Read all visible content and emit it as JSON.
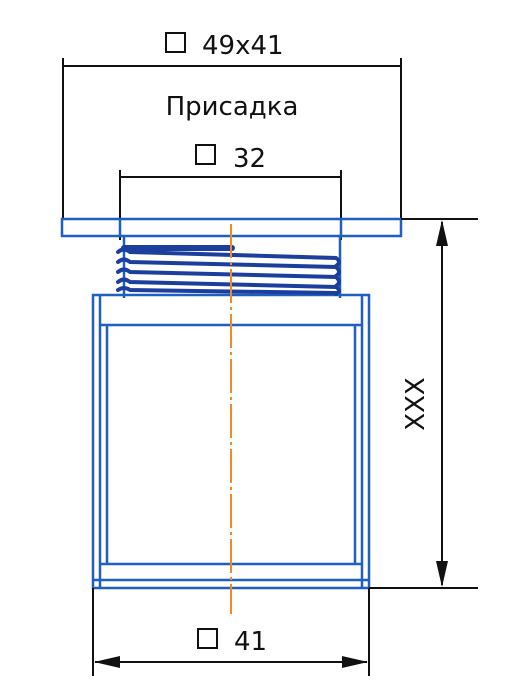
{
  "labels": {
    "top_dimension": "49x41",
    "part_name": "Присадка",
    "thread_dimension": "32",
    "bottom_dimension": "41",
    "height_dimension": "XXX"
  },
  "symbols": {
    "square": "□"
  },
  "colors": {
    "part_outline": "#1f5fc4",
    "part_outline_dark": "#1c3f9e",
    "axis_line": "#f08a24",
    "dimension_line": "#111111",
    "background": "#ffffff"
  }
}
